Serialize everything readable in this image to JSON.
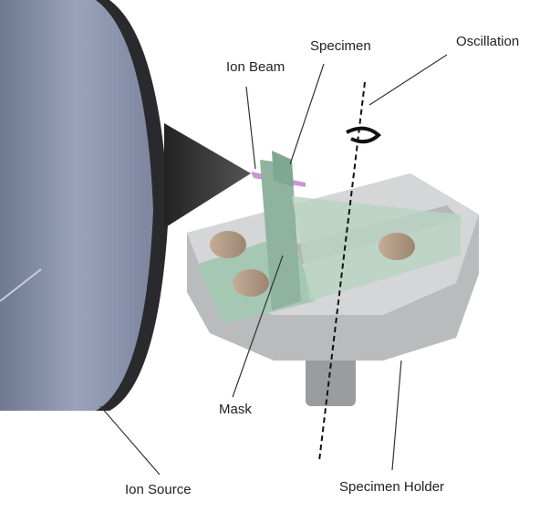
{
  "labels": {
    "ion_beam": "Ion Beam",
    "specimen": "Specimen",
    "oscillation": "Oscillation",
    "mask": "Mask",
    "ion_source": "Ion Source",
    "specimen_holder": "Specimen Holder"
  },
  "colors": {
    "ion_source": "#7f8aa6",
    "holder": "#c9cbcd",
    "mask": "#a7c7b5",
    "beam": "#c58bd0"
  }
}
